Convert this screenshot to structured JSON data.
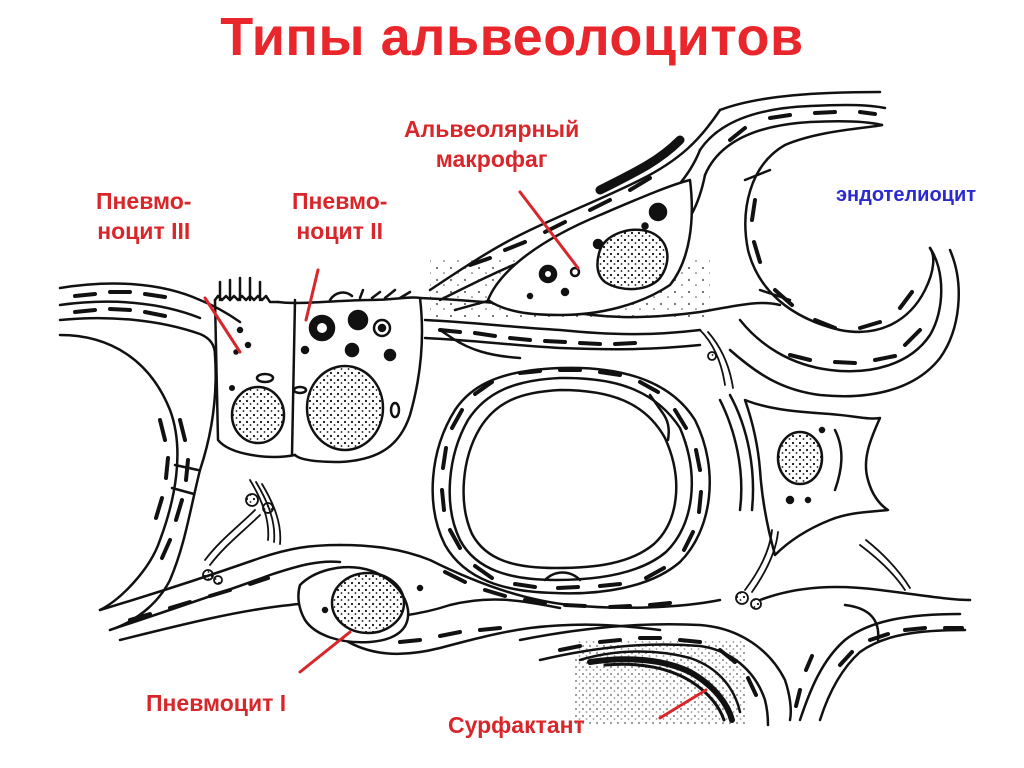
{
  "title": "Типы альвеолоцитов",
  "labels": {
    "alveolar_macrophage": [
      "Альвеолярный",
      "макрофаг"
    ],
    "pneumocyte_3": [
      "Пневмо-",
      "ноцит III"
    ],
    "pneumocyte_2": [
      "Пневмо-",
      "ноцит II"
    ],
    "endotheliocyte": "эндотелиоцит",
    "pneumocyte_1": "Пневмоцит I",
    "surfactant": "Сурфактант"
  },
  "colors": {
    "title": "#e8262b",
    "label": "#d9262a",
    "endotheliocyte_label": "#2a2ad0",
    "ink": "#111111"
  }
}
